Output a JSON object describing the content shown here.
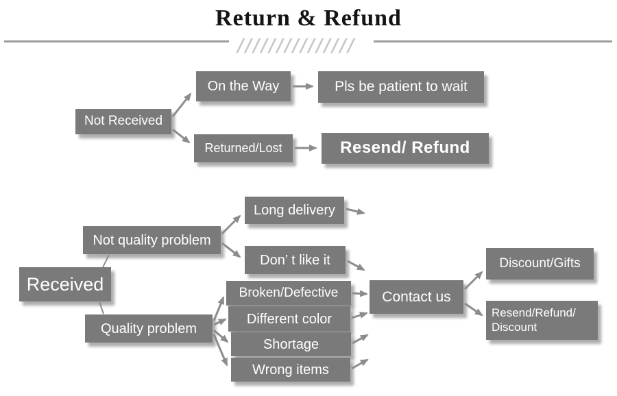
{
  "title": "Return & Refund",
  "decor": {
    "hatch": "///////////////"
  },
  "colors": {
    "node_bg": "#7a7a7a",
    "node_text": "#ffffff",
    "arrow": "#8c8c8c",
    "divider": "#9c9c9c",
    "title_text": "#141414"
  },
  "nodes": {
    "not_received": "Not Received",
    "on_the_way": "On the Way",
    "pls_be_patient": "Pls be patient to wait",
    "returned_lost": "Returned/Lost",
    "resend_refund": "Resend/ Refund",
    "received": "Received",
    "not_quality_problem": "Not quality problem",
    "long_delivery": "Long delivery",
    "dont_like_it": "Don’ t like it",
    "quality_problem": "Quality problem",
    "broken_defective": "Broken/Defective",
    "different_color": "Different color",
    "shortage": "Shortage",
    "wrong_items": "Wrong items",
    "contact_us": "Contact us",
    "discount_gifts": "Discount/Gifts",
    "resend_refund_discount": "Resend/Refund/\nDiscount"
  },
  "edges": [
    {
      "from": "not_received",
      "to": "on_the_way"
    },
    {
      "from": "not_received",
      "to": "returned_lost"
    },
    {
      "from": "on_the_way",
      "to": "pls_be_patient"
    },
    {
      "from": "returned_lost",
      "to": "resend_refund"
    },
    {
      "from": "received",
      "to": "not_quality_problem"
    },
    {
      "from": "received",
      "to": "quality_problem"
    },
    {
      "from": "not_quality_problem",
      "to": "long_delivery"
    },
    {
      "from": "not_quality_problem",
      "to": "dont_like_it"
    },
    {
      "from": "long_delivery",
      "to": "contact_us"
    },
    {
      "from": "dont_like_it",
      "to": "contact_us"
    },
    {
      "from": "quality_problem",
      "to": "broken_defective"
    },
    {
      "from": "quality_problem",
      "to": "different_color"
    },
    {
      "from": "quality_problem",
      "to": "shortage"
    },
    {
      "from": "quality_problem",
      "to": "wrong_items"
    },
    {
      "from": "broken_defective",
      "to": "contact_us"
    },
    {
      "from": "different_color",
      "to": "contact_us"
    },
    {
      "from": "shortage",
      "to": "contact_us"
    },
    {
      "from": "wrong_items",
      "to": "contact_us"
    },
    {
      "from": "contact_us",
      "to": "discount_gifts"
    },
    {
      "from": "contact_us",
      "to": "resend_refund_discount"
    }
  ]
}
